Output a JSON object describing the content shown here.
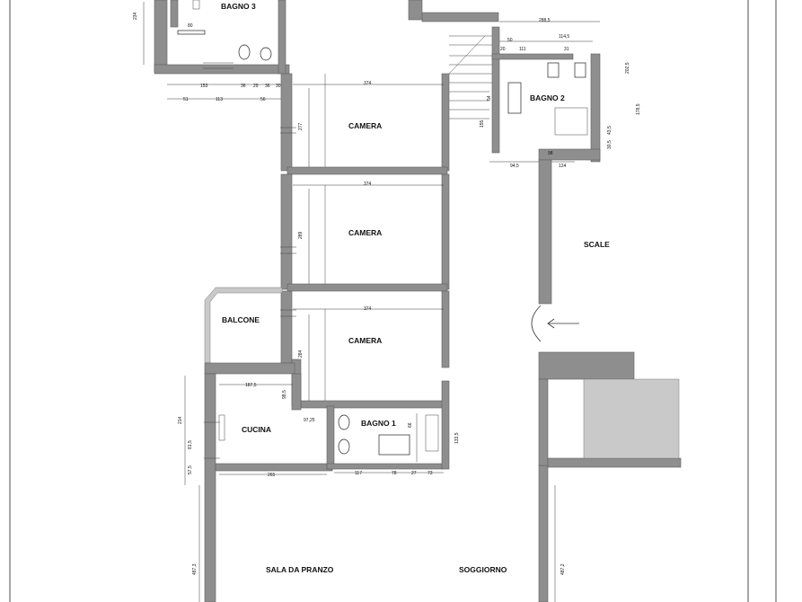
{
  "rooms": {
    "bagno3": "BAGNO 3",
    "bagno2": "BAGNO 2",
    "bagno1": "BAGNO 1",
    "camera1": "CAMERA",
    "camera2": "CAMERA",
    "camera3": "CAMERA",
    "scale": "SCALE",
    "balcone": "BALCONE",
    "cucina": "CUCINA",
    "sala_da_pranzo": "SALA DA PRANZO",
    "soggiorno": "SOGGIORNO"
  },
  "dimensions": {
    "d_374_top": "374",
    "d_374_mid": "374",
    "d_374_low": "374",
    "d_277": "277",
    "d_289": "289",
    "d_284": "284",
    "d_153": "153",
    "d_51": "51",
    "d_113": "113",
    "d_36": "36",
    "d_29": "29",
    "d_30": "30",
    "d_56": "56",
    "d_80": "80",
    "d_234": "234",
    "d_2885": "288,5",
    "d_1145": "114,5",
    "d_50": "50",
    "d_111": "111",
    "d_20": "20",
    "d_31": "31",
    "d_2025": "202,5",
    "d_1785": "178,5",
    "d_435": "43,5",
    "d_305": "30,5",
    "d_155": "155",
    "d_54": "54",
    "d_945": "94,5",
    "d_124": "124",
    "d_98": "98",
    "d_1875": "187,5",
    "d_985": "98,5",
    "d_9725": "97,25",
    "d_214": "214",
    "d_815": "81,5",
    "d_575": "57,5",
    "d_265": "265",
    "d_117": "117",
    "d_78": "78",
    "d_27": "27",
    "d_73": "73",
    "d_66": "66",
    "d_1335": "133,5",
    "d_4873": "487,3",
    "d_4872": "487,2"
  }
}
